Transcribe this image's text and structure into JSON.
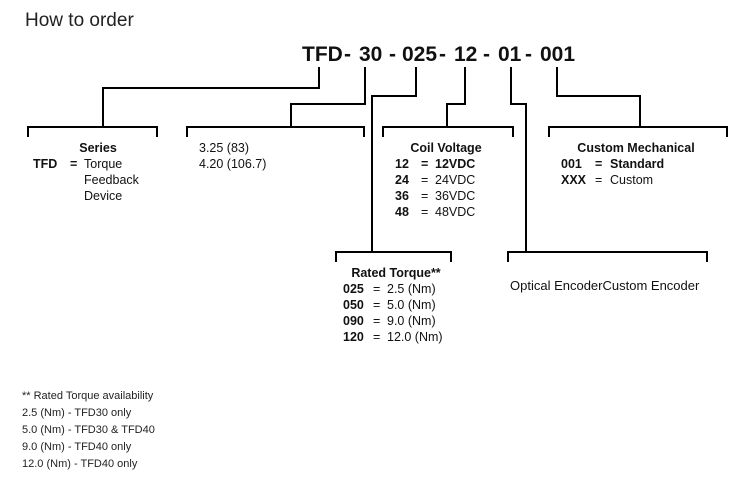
{
  "title": "How to order",
  "part_number": {
    "segments": [
      "TFD",
      "30",
      "025",
      "12",
      "01",
      "001"
    ],
    "separator": "-"
  },
  "series": {
    "header": "Series",
    "code": "TFD",
    "eq": "=",
    "lines": [
      "Torque",
      "Feedback",
      "Device"
    ]
  },
  "frame_size": {
    "options": [
      "3.25 (83)",
      "4.20 (106.7)"
    ]
  },
  "rated_torque": {
    "header": "Rated Torque**",
    "options": [
      {
        "code": "025",
        "value": "2.5 (Nm)"
      },
      {
        "code": "050",
        "value": "5.0 (Nm)"
      },
      {
        "code": "090",
        "value": "9.0 (Nm)"
      },
      {
        "code": "120",
        "value": "12.0 (Nm)"
      }
    ]
  },
  "coil_voltage": {
    "header": "Coil Voltage",
    "options": [
      {
        "code": "12",
        "value": "12VDC",
        "bold": true
      },
      {
        "code": "24",
        "value": "24VDC",
        "bold": false
      },
      {
        "code": "36",
        "value": "36VDC",
        "bold": false
      },
      {
        "code": "48",
        "value": "48VDC",
        "bold": false
      }
    ]
  },
  "encoder": {
    "text": "Optical EncoderCustom Encoder"
  },
  "custom_mechanical": {
    "header": "Custom Mechanical",
    "options": [
      {
        "code": "001",
        "value": "Standard",
        "bold": true
      },
      {
        "code": "XXX",
        "value": "Custom",
        "bold": false
      }
    ]
  },
  "footnote": [
    "** Rated Torque availability",
    "2.5 (Nm)  - TFD30 only",
    "5.0 (Nm) - TFD30 & TFD40",
    "9.0 (Nm) - TFD40 only",
    "12.0 (Nm) - TFD40 only"
  ]
}
